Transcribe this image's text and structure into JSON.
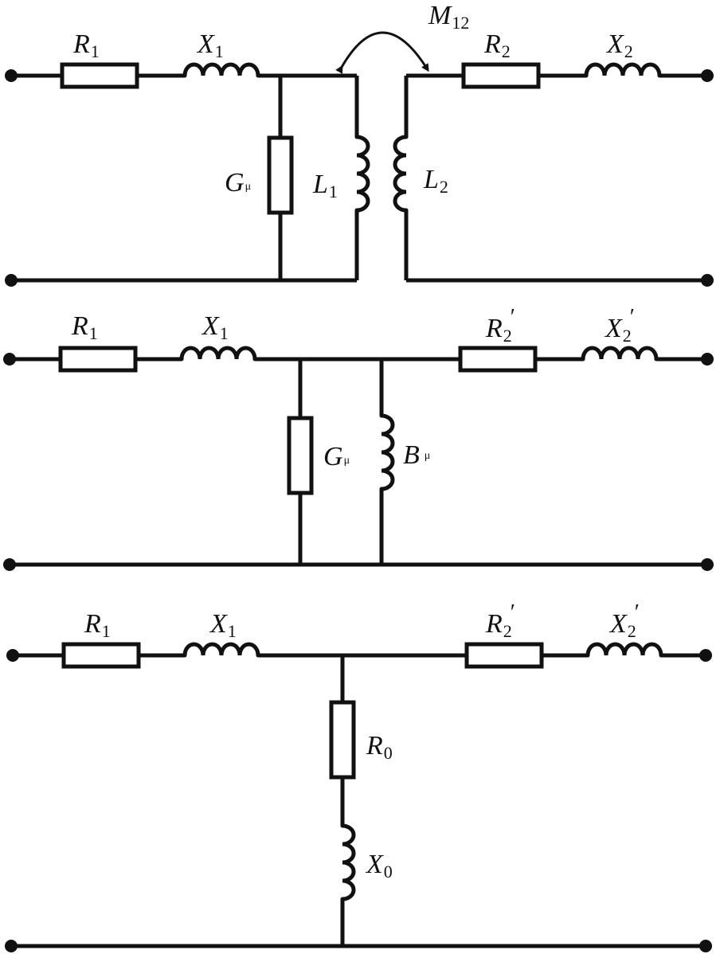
{
  "labels": {
    "R": "R",
    "X": "X",
    "G": "G",
    "L": "L",
    "B": "B",
    "M": "M",
    "sub_1": "1",
    "sub_2": "2",
    "sub_0": "0",
    "sub_12": "12",
    "sub_mu": "μ",
    "prime": "′"
  }
}
